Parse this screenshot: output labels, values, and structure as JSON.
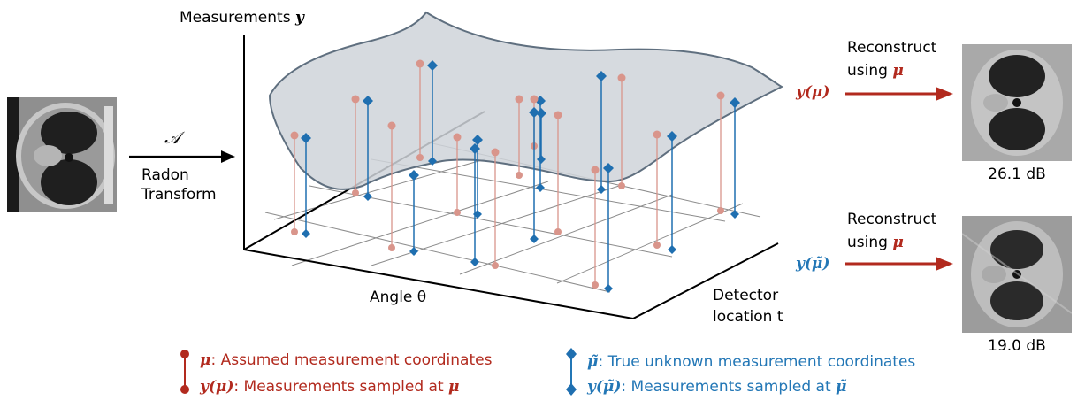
{
  "left_arrow": {
    "operator_symbol": "𝒜",
    "label_line1": "Radon",
    "label_line2": "Transform"
  },
  "axes": {
    "y_label_text": "Measurements",
    "y_label_symbol": "y",
    "x_label": "Angle θ",
    "t_label_line1": "Detector",
    "t_label_line2": "location t"
  },
  "branches": [
    {
      "input_label": "y(μ)",
      "text_line1": "Reconstruct",
      "text_line2_prefix": "using",
      "text_line2_symbol": "μ",
      "quality": "26.1 dB",
      "color": "#b22a1e"
    },
    {
      "input_label": "y(μ̃)",
      "text_line1": "Reconstruct",
      "text_line2_prefix": "using",
      "text_line2_symbol": "μ",
      "quality": "19.0 dB",
      "color": "#2377b6"
    }
  ],
  "legend": {
    "red": {
      "color": "#b22a1e",
      "line1_symbol": "μ",
      "line1_text": ": Assumed measurement coordinates",
      "line2_symbol": "y(μ)",
      "line2_text": ": Measurements sampled at ",
      "line2_tail": "μ"
    },
    "blue": {
      "color": "#2377b6",
      "line1_symbol": "μ̃",
      "line1_text": ": True unknown measurement coordinates",
      "line2_symbol": "y(μ̃)",
      "line2_text": ": Measurements sampled at ",
      "line2_tail": "μ̃"
    }
  },
  "colors": {
    "surface_fill": "#cfd4d9",
    "surface_stroke": "#5f6f7f",
    "assumed_points": "#d9958b",
    "true_points": "#1f6fb0",
    "dark_red": "#b22a1e",
    "grid": "#8b8b8b"
  },
  "icons": [
    "ct-scan-image",
    "arrow-right-icon",
    "marker-circle-icon",
    "marker-diamond-icon"
  ]
}
